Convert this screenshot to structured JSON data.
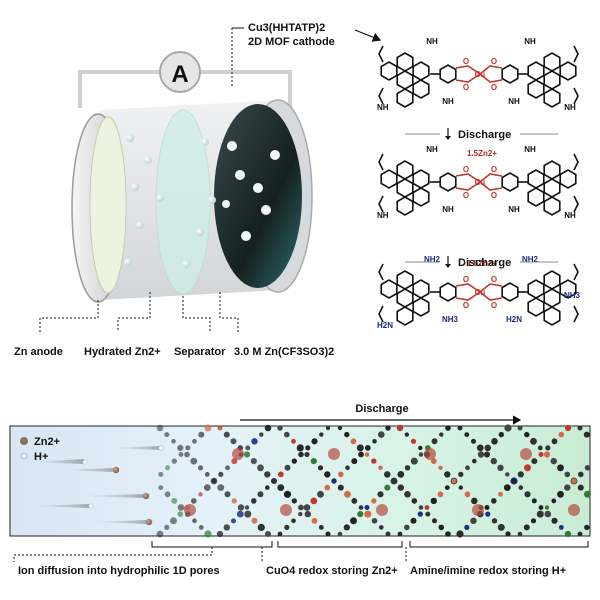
{
  "battery": {
    "ammeter_label": "A",
    "cathode_label_line1": "Cu3(HHTATP)2",
    "cathode_label_line2": "2D MOF cathode",
    "labels": {
      "zn_anode": "Zn anode",
      "hydrated_zn": "Hydrated Zn2+",
      "separator": "Separator",
      "electrolyte": "3.0 M Zn(CF3SO3)2"
    }
  },
  "structures": {
    "step_label": "Discharge",
    "zn_label": "1.5Zn2+",
    "atoms": {
      "imine": "NH",
      "amine": "NH2",
      "amine_rev": "H2N",
      "ammonium": "NH3",
      "oxygen": "O",
      "copper": "Cu"
    }
  },
  "lower_panel": {
    "discharge_label": "Discharge",
    "legend": [
      {
        "label": "Zn2+",
        "color": "#8c6f5e"
      },
      {
        "label": "H+",
        "color": "#e8f0f4"
      }
    ],
    "captions": {
      "diffusion": "Ion diffusion into hydrophilic 1D pores",
      "cuo4": "CuO4 redox storing Zn2+",
      "amine": "Amine/imine redox storing H+"
    }
  },
  "colors": {
    "oxygen_red": "#c0392b",
    "zn_red": "#b02a2a",
    "amine_blue": "#1a2a7a",
    "cathode_dark": "#1c2a2e",
    "separator_mint": "#cfeee6"
  }
}
